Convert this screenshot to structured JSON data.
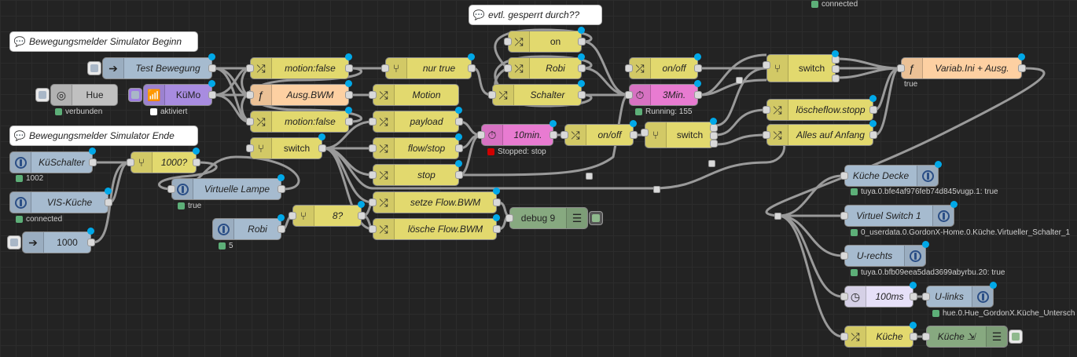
{
  "comments": {
    "sim_begin": "Bewegungsmelder Simulator Beginn",
    "sim_end": "Bewegungsmelder Simulator Ende",
    "gesperrt": "evtl. gesperrt durch??"
  },
  "nodes": {
    "test_bewegung": "Test Bewegung",
    "hue": "Hue",
    "kumo": "KüMo",
    "kuschalter": "KüSchalter",
    "vis_kuche": "VIS-Küche",
    "inject_1000": "1000",
    "sw_1000": "1000?",
    "virtuelle_lampe": "Virtuelle Lampe",
    "robi_in": "Robi",
    "sw_8": "8?",
    "motion_false_1": "motion:false",
    "ausg_bwm": "Ausg.BWM",
    "motion_false_2": "motion:false",
    "switch_1": "switch",
    "nur_true": "nur true",
    "motion": "Motion",
    "payload": "payload",
    "flow_stop": "flow/stop",
    "stop": "stop",
    "setze_flow": "setze Flow.BWM",
    "losche_flow": "lösche Flow.BWM",
    "debug9": "debug 9",
    "on": "on",
    "robi": "Robi",
    "schalter": "Schalter",
    "trig_10min": "10min.",
    "onoff_1": "on/off",
    "switch_2": "switch",
    "onoff_2": "on/off",
    "trig_3min": "3Min.",
    "switch_3": "switch",
    "loscheflow_stopp": "löscheflow.stopp",
    "alles_auf_anfang": "Alles auf Anfang",
    "variab_ini": "Variab.Ini + Ausg.",
    "kuche_decke": "Küche Decke",
    "virtuel_switch": "Virtuel Switch 1",
    "u_rechts": "U-rechts",
    "delay_100ms": "100ms",
    "u_links": "U-links",
    "kuche_change": "Küche",
    "kuche_link": "Küche ⇲"
  },
  "status": {
    "connected_top": "connected",
    "hue": "verbunden",
    "kumo": "aktiviert",
    "kuschalter": "1002",
    "vis_kuche": "connected",
    "virtuelle_lampe": "true",
    "robi_in": "5",
    "trig_10min": "Stopped: stop",
    "trig_3min": "Running: 155",
    "variab_ini": "true",
    "kuche_decke": "tuya.0.bfe4af976feb74d845vugp.1: true",
    "virtuel_switch": "0_userdata.0.GordonX-Home.0.Küche.Virtueller_Schalter_1",
    "u_rechts": "tuya.0.bfb09eea5dad3699abyrbu.20: true",
    "u_links": "hue.0.Hue_GordonX.Küche_Untersch"
  },
  "colors": {
    "status_green": "#5daf78",
    "status_red": "#d00000",
    "port_dot": "#00a8e8",
    "workspace": "#232323"
  }
}
